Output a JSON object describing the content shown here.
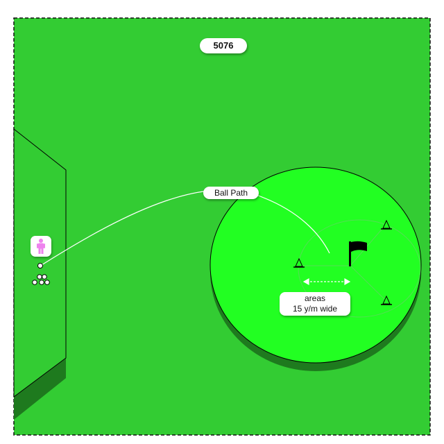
{
  "drill": {
    "number": "5076"
  },
  "labels": {
    "ball_path": "Ball Path",
    "areas_line1": "areas",
    "areas_line2": "15 y/m wide"
  },
  "colors": {
    "fairway": "#33cc33",
    "green": "#22ff22",
    "tee_box": "#33cc33",
    "shadow": "#1e7a1e",
    "golfer": "#ee82ee",
    "flag": "#000000",
    "ball": "#ffffff"
  },
  "icons": {
    "golfer": "golfer-icon",
    "flag": "flag-icon",
    "cone": "cone-icon",
    "balls": "ball-pile-icon"
  }
}
